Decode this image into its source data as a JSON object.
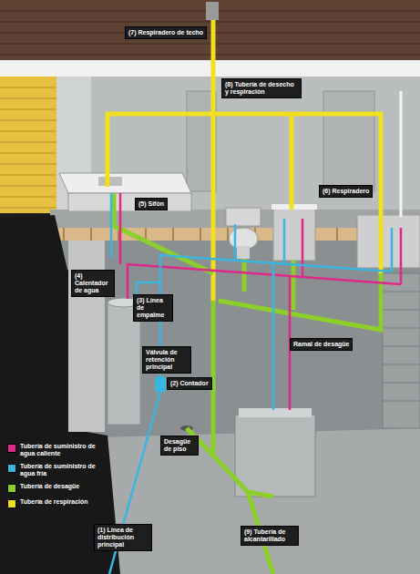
{
  "diagram": {
    "nodes": [
      {
        "text": [
          "(7) Respiradero de techo"
        ]
      },
      {
        "text": [
          "(8) Tubería de desecho y respiración"
        ]
      },
      {
        "text": [
          "(6) Respiradero"
        ]
      },
      {
        "text": [
          "(5) Sifón"
        ]
      },
      {
        "text": [
          "(4) Calentador de agua"
        ]
      },
      {
        "text": [
          "(3) Línea de empalme"
        ]
      },
      {
        "text": [
          "Ramal de desagüe"
        ]
      },
      {
        "text": [
          "Válvula de retención principal"
        ]
      },
      {
        "text": [
          "(2) Contador"
        ]
      },
      {
        "text": [
          "Desagüe de piso"
        ]
      },
      {
        "text": [
          "(1) Línea de distribución principal"
        ]
      },
      {
        "text": [
          "(9) Tubería de alcantarillado"
        ]
      }
    ],
    "legend": [
      {
        "text": "Tubería de suministro de agua caliente",
        "color": "#e0288a"
      },
      {
        "text": "Tubería de suministro de agua fría",
        "color": "#3ab5e0"
      },
      {
        "text": "Tubería de desagüe",
        "color": "#8ccf2a"
      },
      {
        "text": "Tubería de respiración",
        "color": "#f0e020"
      }
    ]
  }
}
